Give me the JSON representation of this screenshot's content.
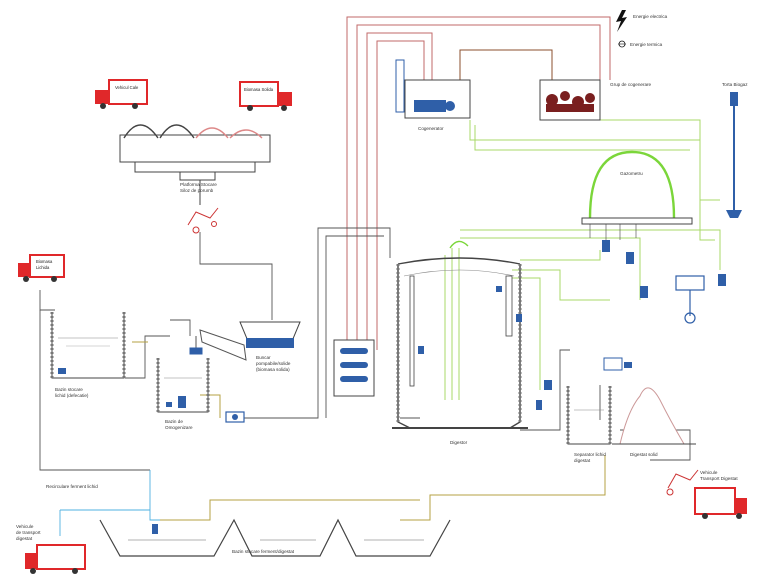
{
  "legend": {
    "electric": "Energie electrica",
    "thermal": "Energie termica"
  },
  "labels": {
    "platform": [
      "Platforma Stocare",
      "Siloz de porumb"
    ],
    "truck_top_left": "Vehicul Cale",
    "truck_top_right": "Biomasa Solida",
    "truck_left": [
      "Biomasa",
      "Lichida"
    ],
    "tank_left": [
      "Bazin stocare",
      "lichid (defecatie)"
    ],
    "mix_tank": [
      "Bazin de",
      "Omogenizare"
    ],
    "feeder": [
      "Buncar",
      "pompabile/solide",
      "(biomasa solida)"
    ],
    "recirculation": "Recirculare ferment lichid",
    "truck_bottom_left": [
      "Vehicule",
      "de transport",
      "digestat"
    ],
    "bottom_pond": "Bazin stocare ferment/digestat",
    "cogenerator": "Cogenerator",
    "gas_purifier": "Grup de cogenerare",
    "torch": "Torta Biogaz",
    "gasometer": "Gazometru",
    "digester": "Digestor",
    "separator": [
      "Separator lichid",
      "digestat"
    ],
    "solid_digestate": "Digestat solid",
    "truck_right": [
      "Vehicule",
      "Transport Digestat"
    ]
  },
  "colors": {
    "electric": "#c0392b",
    "thermal": "#7a3b10",
    "gas": "#9acd32",
    "water": "#4fb0e0",
    "structure": "#444444",
    "truck": "#e0282a",
    "equipment": "#2f5fa8"
  }
}
